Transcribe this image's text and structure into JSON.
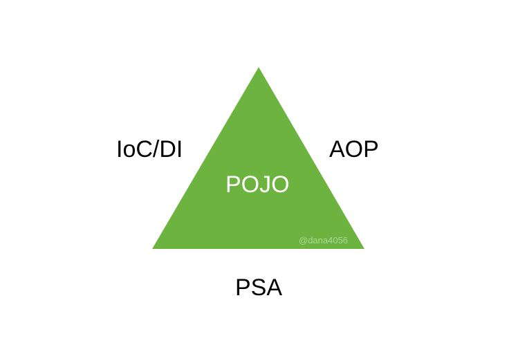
{
  "diagram": {
    "center": "POJO",
    "top_left": "IoC/DI",
    "top_right": "AOP",
    "bottom": "PSA",
    "watermark": "@dana4056"
  },
  "colors": {
    "triangle": "#6db33f",
    "text": "#000000",
    "center_text": "#ffffff"
  }
}
